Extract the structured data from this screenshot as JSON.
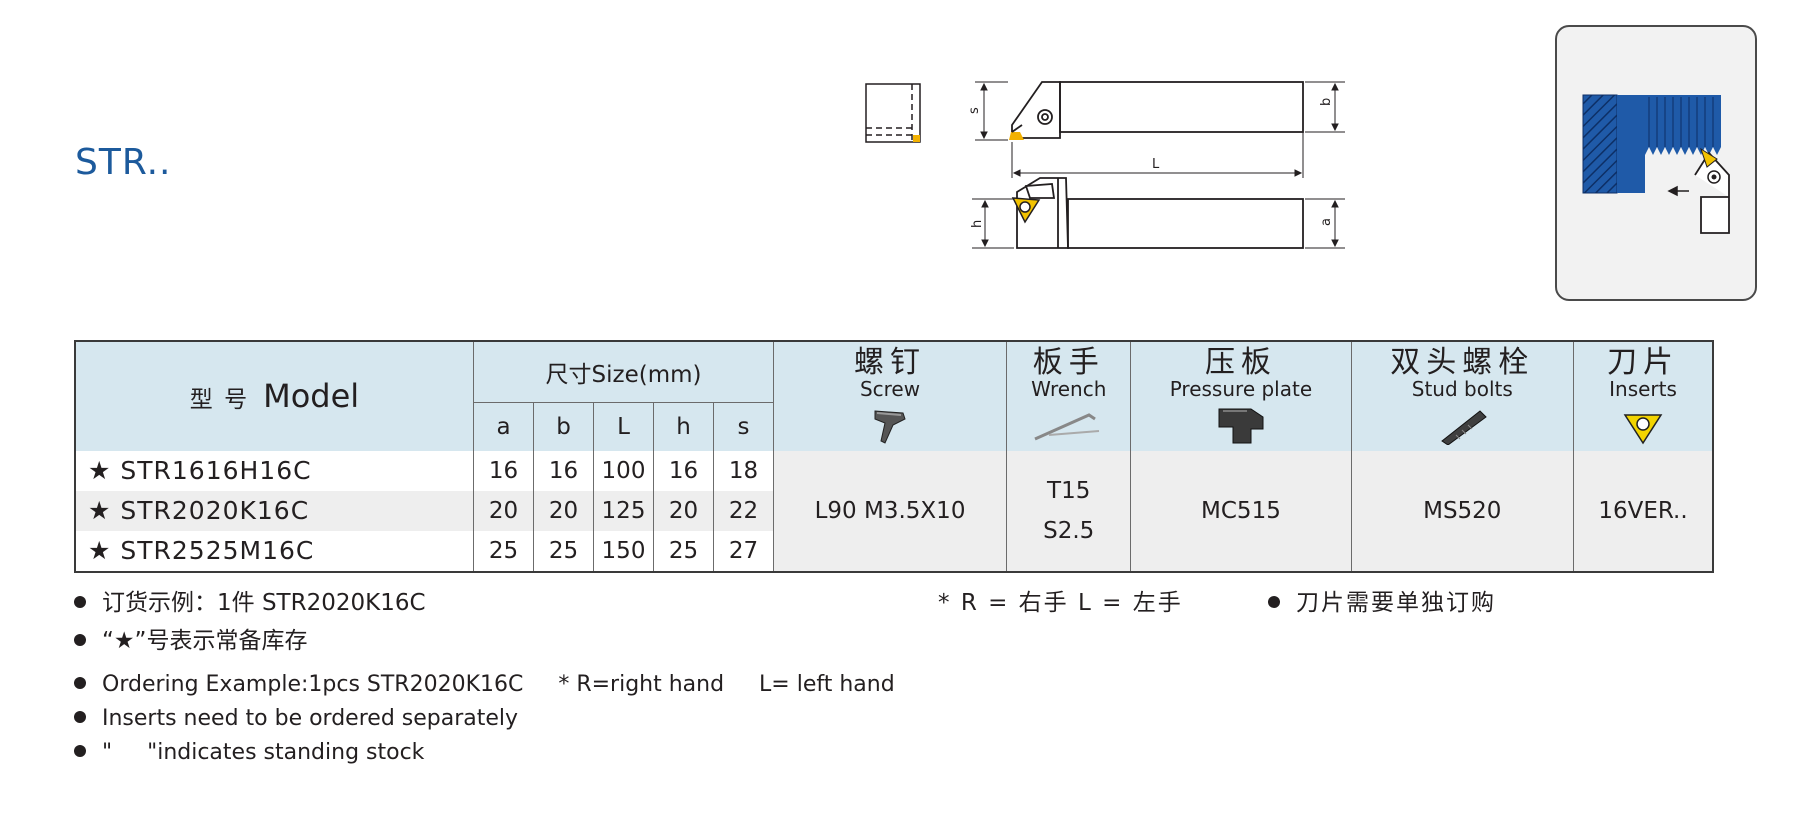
{
  "title": "STR..",
  "drawing": {
    "dim_s": "s",
    "dim_b": "b",
    "dim_L": "L",
    "dim_h": "h",
    "dim_a": "a"
  },
  "table": {
    "model_cn": "型  号",
    "model_en": "Model",
    "size_header": "尺寸Size(mm)",
    "size_cols": [
      "a",
      "b",
      "L",
      "h",
      "s"
    ],
    "accessories": [
      {
        "cn": "螺钉",
        "en": "Screw",
        "icon": "screw-icon"
      },
      {
        "cn": "板手",
        "en": "Wrench",
        "icon": "wrench-icon"
      },
      {
        "cn": "压板",
        "en": "Pressure plate",
        "icon": "pressure-plate-icon"
      },
      {
        "cn": "双头螺栓",
        "en": "Stud bolts",
        "icon": "stud-bolt-icon"
      },
      {
        "cn": "刀片",
        "en": "Inserts",
        "icon": "insert-icon"
      }
    ],
    "rows": [
      {
        "star": "★",
        "model": "STR1616H16C",
        "a": "16",
        "b": "16",
        "L": "100",
        "h": "16",
        "s": "18"
      },
      {
        "star": "★",
        "model": "STR2020K16C",
        "a": "20",
        "b": "20",
        "L": "125",
        "h": "20",
        "s": "22"
      },
      {
        "star": "★",
        "model": "STR2525M16C",
        "a": "25",
        "b": "25",
        "L": "150",
        "h": "25",
        "s": "27"
      }
    ],
    "screw": "L90 M3.5X10",
    "wrench_line1": "T15",
    "wrench_line2": "S2.5",
    "pressure_plate": "MC515",
    "stud_bolts": "MS520",
    "inserts": "16VER.."
  },
  "notes_cn": {
    "ordering": "订货示例：1件  STR2020K16C",
    "stock": "“★”号表示常备库存",
    "hand": "R = 右手     L = 左手",
    "hand_star": "*",
    "inserts_separate": "刀片需要单独订购"
  },
  "notes_en": {
    "line1": "Ordering Example:1pcs STR2020K16C     * R=right hand     L= left hand",
    "line2": "Inserts need to be ordered separately",
    "line3": "\"     \"indicates standing stock"
  },
  "colors": {
    "title": "#1c5a9c",
    "header_bg": "#d6e7ef",
    "insert_yellow": "#f2d400",
    "holder_blue": "#1f5aa8"
  }
}
